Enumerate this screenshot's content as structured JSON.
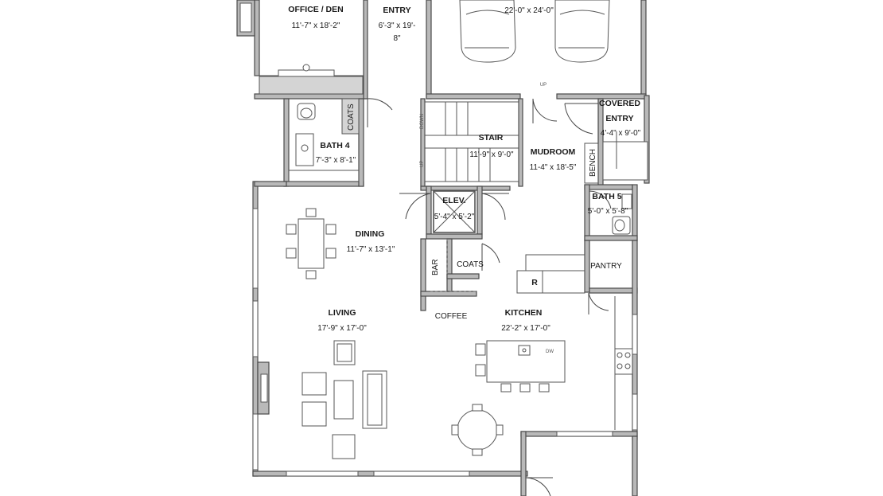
{
  "rooms": {
    "office": {
      "name": "OFFICE / DEN",
      "dims": "11'-7\" x 18'-2\""
    },
    "entry": {
      "name": "ENTRY",
      "dims_line1": "6'-3\" x 19'-",
      "dims_line2": "8\""
    },
    "garage": {
      "dims": "22'-0\" x 24'-0\""
    },
    "covered_entry": {
      "name_line1": "COVERED",
      "name_line2": "ENTRY",
      "dims": "4'-4\" x 9'-0\""
    },
    "coats_upper": {
      "name": "COATS"
    },
    "bath4": {
      "name": "BATH 4",
      "dims": "7'-3\" x 8'-1\""
    },
    "stair": {
      "name": "STAIR",
      "dims": "11'-9\" x 9'-0\""
    },
    "mudroom": {
      "name": "MUDROOM",
      "dims": "11-4\" x 18'-5\""
    },
    "bench": {
      "name": "BENCH"
    },
    "elev": {
      "name": "ELEV.",
      "dims": "5'-4\" x 5'-2\""
    },
    "bath5": {
      "name": "BATH 5",
      "dims": "5'-0\" x 5'-8\""
    },
    "dining": {
      "name": "DINING",
      "dims": "11'-7\" x 13'-1\""
    },
    "bar": {
      "name": "BAR"
    },
    "coats_lower": {
      "name": "COATS"
    },
    "pantry": {
      "name": "PANTRY"
    },
    "fridge": {
      "name": "R"
    },
    "living": {
      "name": "LIVING",
      "dims": "17'-9\" x 17'-0\""
    },
    "coffee": {
      "name": "COFFEE"
    },
    "kitchen": {
      "name": "KITCHEN",
      "dims": "22'-2\" x 17'-0\""
    }
  },
  "annotations": {
    "dishwasher": "DW",
    "stair_down": "DOWN",
    "stair_up": "UP",
    "garage_up": "UP"
  }
}
